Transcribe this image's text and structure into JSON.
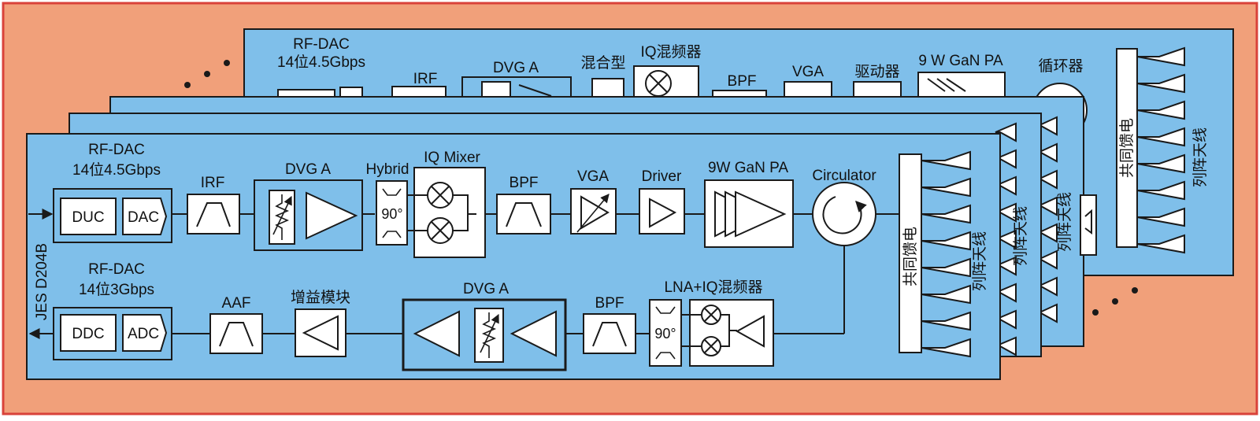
{
  "colors": {
    "background": "#f1a07a",
    "outer_border": "#d9423a",
    "board": "#7fbfea",
    "board_border": "#1a1a1a",
    "block": "#ffffff",
    "line": "#1a1a1a"
  },
  "back_board": {
    "rfdac_title": "RF-DAC",
    "rfdac_spec": "14位4.5Gbps",
    "irf": "IRF",
    "dvga": "DVG A",
    "hybrid": "混合型",
    "iq_mixer": "IQ混频器",
    "bpf": "BPF",
    "vga": "VGA",
    "driver": "驱动器",
    "pa": "9 W GaN PA",
    "circulator": "循环器",
    "corporate_feed": "共同馈电",
    "array_antenna": "列阵天线"
  },
  "middle_boards": {
    "array_antenna_1": "列阵天线",
    "array_antenna_2": "列阵天线"
  },
  "front_board": {
    "jesd_label": "JES D204B",
    "tx": {
      "rfdac_title": "RF-DAC",
      "rfdac_spec": "14位4.5Gbps",
      "duc": "DUC",
      "dac": "DAC",
      "irf": "IRF",
      "dvga": "DVG A",
      "hybrid": "Hybrid",
      "hybrid_phase": "90°",
      "iq_mixer": "IQ Mixer",
      "bpf": "BPF",
      "vga": "VGA",
      "driver": "Driver",
      "pa": "9W GaN PA",
      "circulator": "Circulator"
    },
    "rx": {
      "rfdac_title": "RF-DAC",
      "rfdac_spec": "14位3Gbps",
      "ddc": "DDC",
      "adc": "ADC",
      "aaf": "AAF",
      "gain_block": "增益模块",
      "dvga": "DVG A",
      "bpf": "BPF",
      "lna_mixer": "LNA+IQ混频器",
      "hybrid_phase": "90°"
    },
    "corporate_feed": "共同馈电",
    "array_antenna": "列阵天线"
  }
}
